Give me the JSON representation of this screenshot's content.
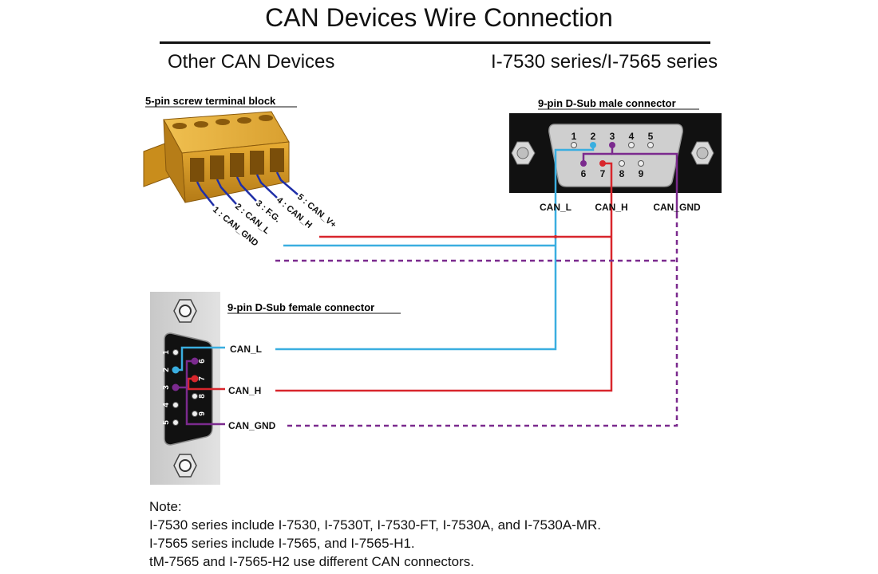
{
  "title": "CAN Devices Wire Connection",
  "left_heading": "Other CAN Devices",
  "right_heading": "I-7530 series/I-7565 series",
  "terminal_block": {
    "label": "5-pin screw terminal block",
    "pins": [
      "1 : CAN_GND",
      "2 : CAN_L",
      "3 : F.G.",
      "4 : CAN_H",
      "5 : CAN_V+"
    ]
  },
  "male_connector": {
    "label": "9-pin D-Sub male connector",
    "pin_numbers": [
      "1",
      "2",
      "3",
      "4",
      "5",
      "6",
      "7",
      "8",
      "9"
    ],
    "signals": [
      "CAN_L",
      "CAN_H",
      "CAN_GND"
    ]
  },
  "female_connector": {
    "label": "9-pin D-Sub female connector",
    "pin_numbers": [
      "1",
      "2",
      "3",
      "4",
      "5",
      "6",
      "7",
      "8",
      "9"
    ],
    "signals": [
      "CAN_L",
      "CAN_H",
      "CAN_GND"
    ]
  },
  "colors": {
    "can_l": "#3aaee0",
    "can_h": "#d8262c",
    "can_gnd": "#7b2a8e",
    "terminal": "#d79a22",
    "connector": "#1a1a1a"
  },
  "note": {
    "heading": "Note:",
    "lines": [
      "I-7530 series include I-7530, I-7530T, I-7530-FT, I-7530A, and I-7530A-MR.",
      "I-7565 series include I-7565, and I-7565-H1.",
      "tM-7565 and I-7565-H2 use different CAN connectors."
    ]
  }
}
